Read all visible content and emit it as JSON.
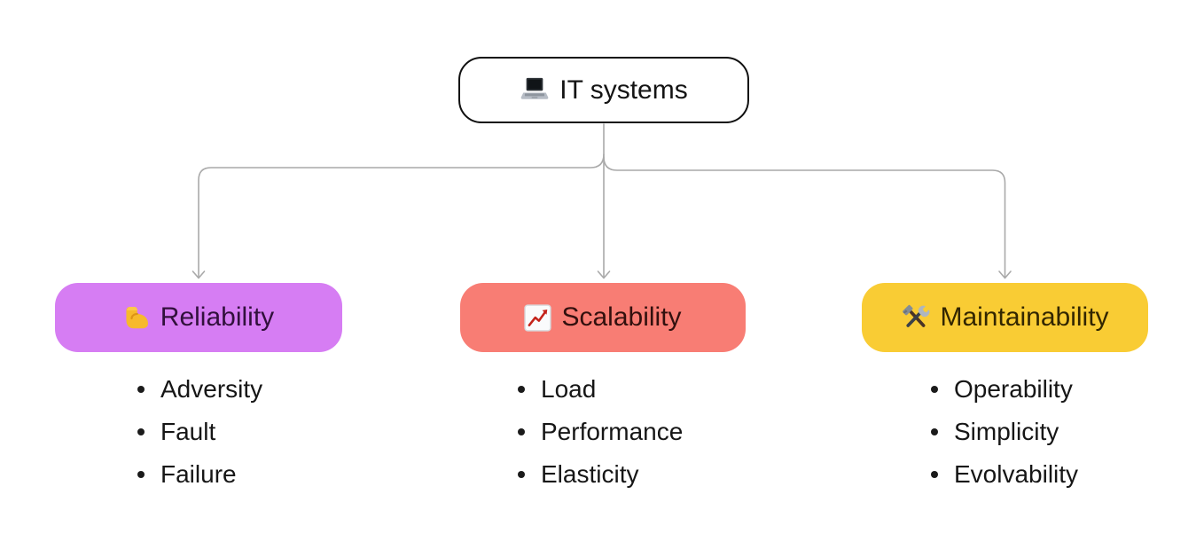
{
  "diagram": {
    "type": "mindmap",
    "background": "#ffffff",
    "connector_color": "#a9a9a9",
    "root": {
      "label": "IT systems",
      "icon": "💻",
      "icon_name": "laptop-emoji",
      "fill": "#ffffff",
      "border_color": "#101010",
      "text_color": "#141414"
    },
    "branches": [
      {
        "label": "Reliability",
        "icon": "💪",
        "icon_name": "flexed-biceps-emoji",
        "fill": "#d67df3",
        "text_color": "#31103c",
        "items": [
          "Adversity",
          "Fault",
          "Failure"
        ]
      },
      {
        "label": "Scalability",
        "icon": "📈",
        "icon_name": "chart-increasing-emoji",
        "fill": "#f87d74",
        "text_color": "#32100e",
        "items": [
          "Load",
          "Performance",
          "Elasticity"
        ]
      },
      {
        "label": "Maintainability",
        "icon": "🛠️",
        "icon_name": "hammer-and-wrench-emoji",
        "fill": "#f9cc34",
        "text_color": "#322600",
        "items": [
          "Operability",
          "Simplicity",
          "Evolvability"
        ]
      }
    ],
    "list_text_color": "#161616"
  }
}
